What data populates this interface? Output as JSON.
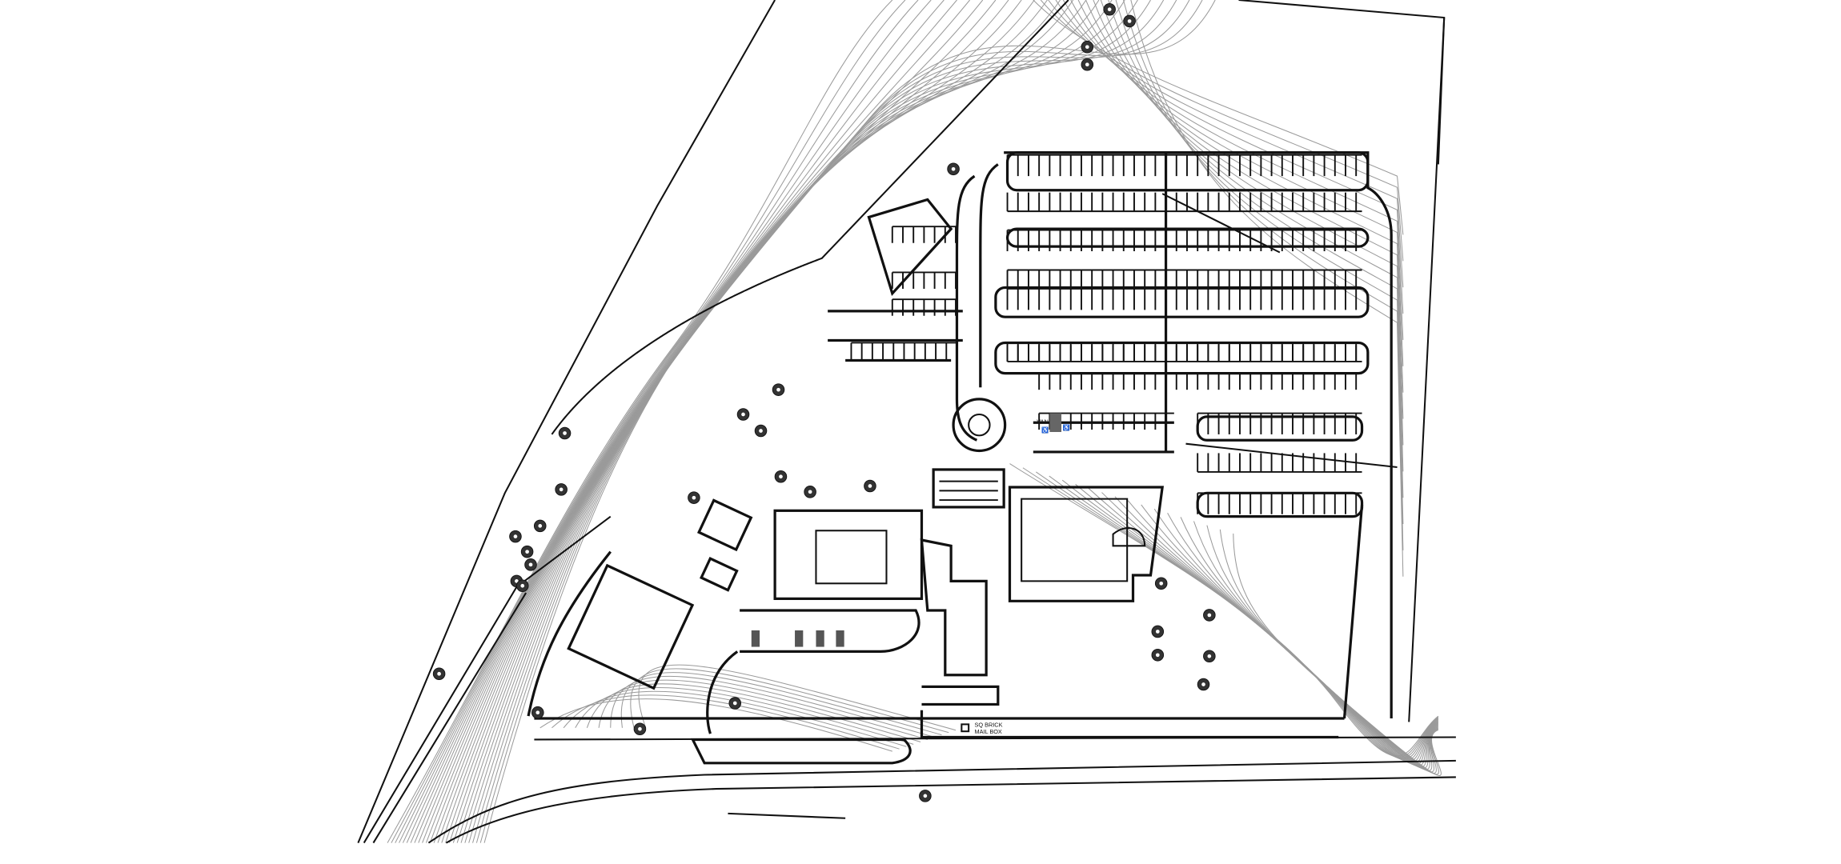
{
  "drawing": {
    "type": "site-plan",
    "labels": {
      "van_accessible": "VAN",
      "mailbox_line1": "SQ BRICK",
      "mailbox_line2": "MAIL BOX"
    },
    "icons": [
      "accessible-parking-icon",
      "tree-icon",
      "mailbox-icon"
    ],
    "colors": {
      "linework": "#111111",
      "contours": "#9a9a9a",
      "background": "#ffffff"
    }
  }
}
